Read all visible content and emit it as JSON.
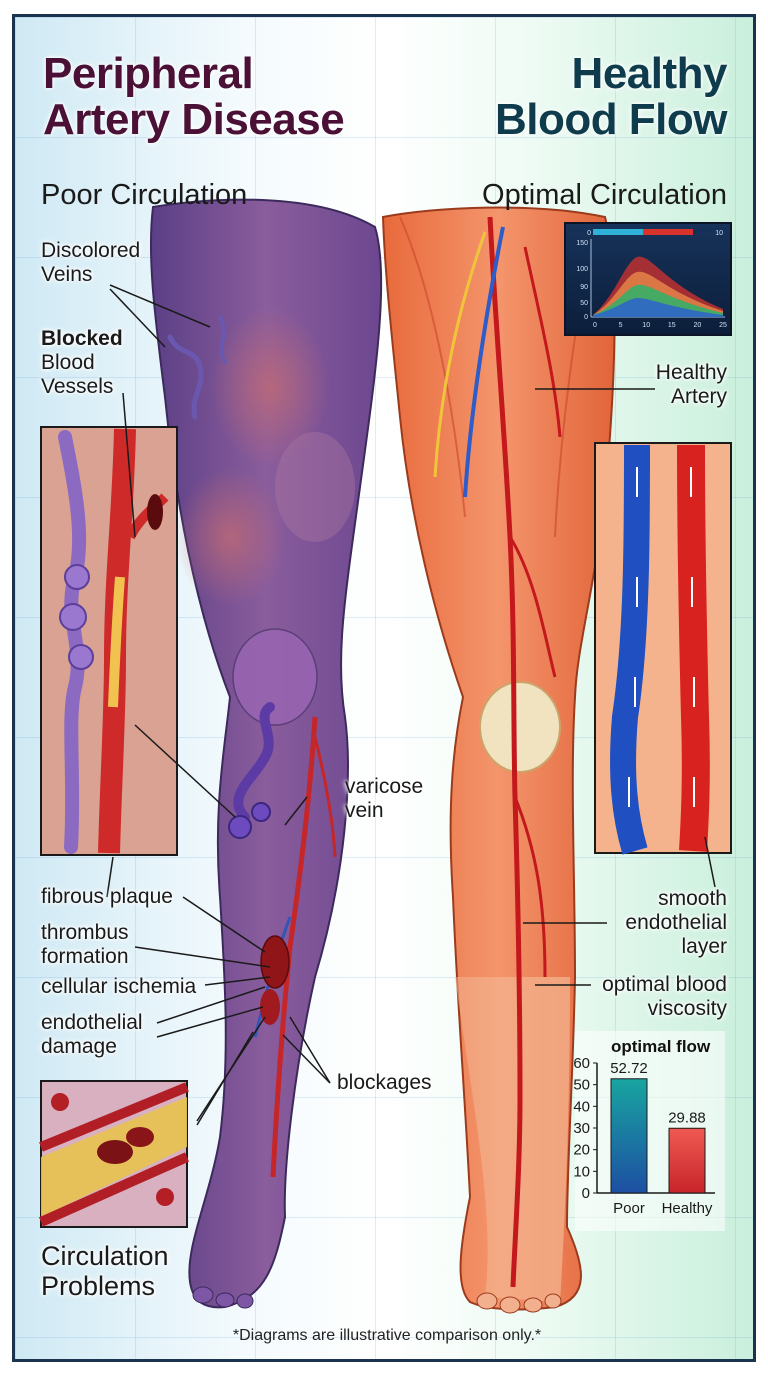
{
  "title_left": [
    "Peripheral",
    "Artery Disease"
  ],
  "title_right": [
    "Healthy",
    "Blood Flow"
  ],
  "subtitle_left": "Poor Circulation",
  "subtitle_right": "Optimal Circulation",
  "labels": {
    "discolored_veins": [
      "Discolored",
      "Veins"
    ],
    "blocked": "Blocked",
    "blood_vessels": [
      "Blood",
      "Vessels"
    ],
    "varicose_vein": [
      "varicose",
      "vein"
    ],
    "fibrous_plaque": "fibrous plaque",
    "thrombus_formation": [
      "thrombus",
      "formation"
    ],
    "cellular_ischemia": "cellular ischemia",
    "endothelial_damage": [
      "endothelial",
      "damage"
    ],
    "blockages": "blockages",
    "circulation_problems": [
      "Circulation",
      "Problems"
    ],
    "healthy_artery": [
      "Healthy",
      "Artery"
    ],
    "smooth_endothelial_layer": [
      "smooth",
      "endothelial",
      "layer"
    ],
    "optimal_blood_viscosity": [
      "optimal blood",
      "viscosity"
    ]
  },
  "mini_chart": {
    "type": "area",
    "x_ticks": [
      "0",
      "5",
      "10",
      "15",
      "20",
      "25"
    ],
    "y_ticks": [
      "150",
      "100",
      "90",
      "50",
      "0"
    ],
    "legend_ticks": [
      "0",
      "10"
    ]
  },
  "chart_data": {
    "type": "bar",
    "title": "optimal flow",
    "categories": [
      "Poor",
      "Healthy"
    ],
    "values": [
      52.72,
      29.88
    ],
    "data_labels": [
      "52.72",
      "29.88"
    ],
    "ylim": [
      0,
      60
    ],
    "y_ticks": [
      0,
      10,
      20,
      30,
      40,
      50,
      60
    ],
    "colors": [
      "#1e6fb0",
      "#e03a3a"
    ]
  },
  "footnote": "*Diagrams are illustrative comparison only.*"
}
